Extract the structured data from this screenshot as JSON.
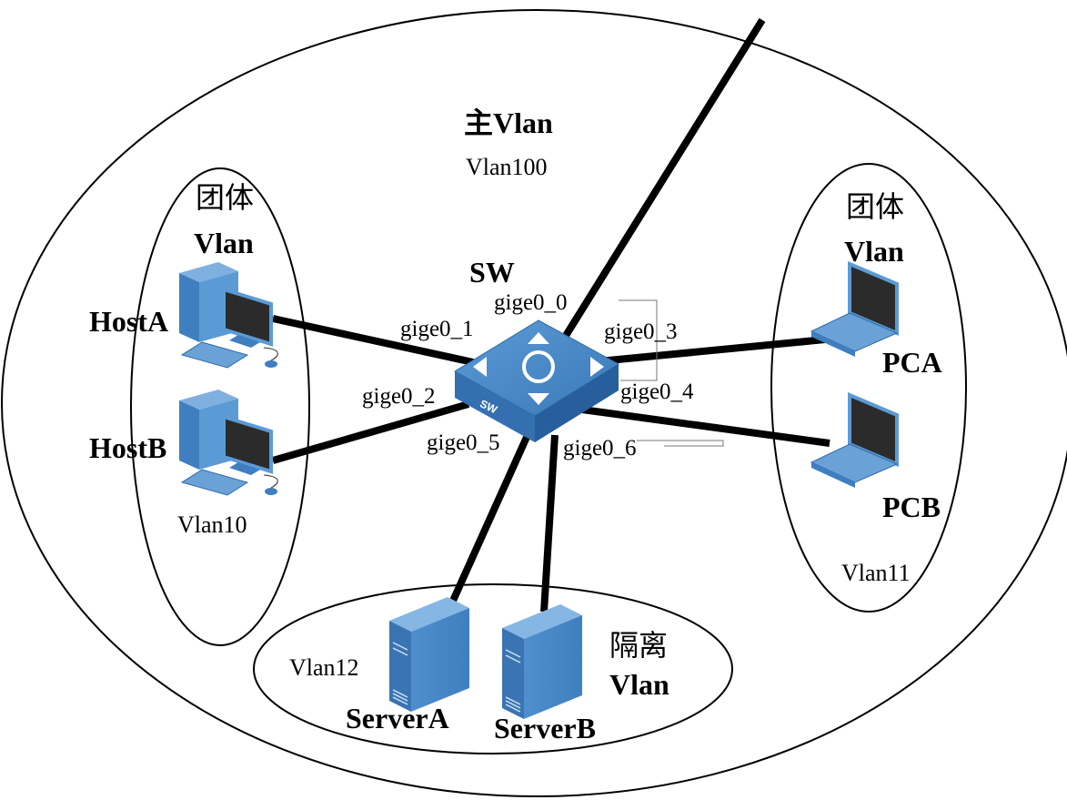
{
  "main_vlan": {
    "title": "主Vlan",
    "id": "Vlan100"
  },
  "group_left": {
    "title_line1": "团体",
    "title_line2": "Vlan",
    "id": "Vlan10"
  },
  "group_right": {
    "title_line1": "团体",
    "title_line2": "Vlan",
    "id": "Vlan11"
  },
  "isolated": {
    "title_line1": "隔离",
    "title_line2": "Vlan",
    "id": "Vlan12"
  },
  "switch": {
    "name": "SW",
    "badge": "SW"
  },
  "hosts": {
    "host_a": "HostA",
    "host_b": "HostB",
    "pc_a": "PCA",
    "pc_b": "PCB",
    "server_a": "ServerA",
    "server_b": "ServerB"
  },
  "ports": {
    "p0": "gige0_0",
    "p1": "gige0_1",
    "p2": "gige0_2",
    "p3": "gige0_3",
    "p4": "gige0_4",
    "p5": "gige0_5",
    "p6": "gige0_6"
  }
}
